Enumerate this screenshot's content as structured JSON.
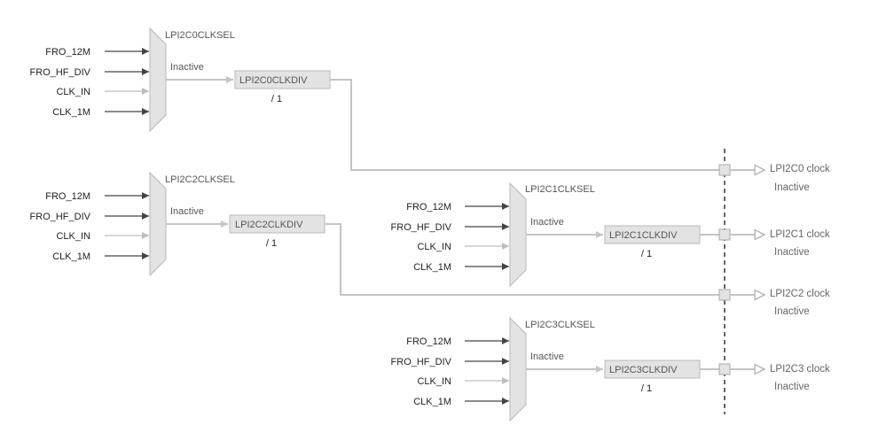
{
  "inputs": [
    "FRO_12M",
    "FRO_HF_DIV",
    "CLK_IN",
    "CLK_1M"
  ],
  "blocks": [
    {
      "sel": "LPI2C0CLKSEL",
      "state": "Inactive",
      "div": "LPI2C0CLKDIV",
      "ratio": "/ 1"
    },
    {
      "sel": "LPI2C2CLKSEL",
      "state": "Inactive",
      "div": "LPI2C2CLKDIV",
      "ratio": "/ 1"
    },
    {
      "sel": "LPI2C1CLKSEL",
      "state": "Inactive",
      "div": "LPI2C1CLKDIV",
      "ratio": "/ 1"
    },
    {
      "sel": "LPI2C3CLKSEL",
      "state": "Inactive",
      "div": "LPI2C3CLKDIV",
      "ratio": "/ 1"
    }
  ],
  "outputs": [
    {
      "name": "LPI2C0 clock",
      "state": "Inactive"
    },
    {
      "name": "LPI2C1 clock",
      "state": "Inactive"
    },
    {
      "name": "LPI2C2 clock",
      "state": "Inactive"
    },
    {
      "name": "LPI2C3 clock",
      "state": "Inactive"
    }
  ],
  "colors": {
    "active_wire": "#444444",
    "inactive_wire": "#c4c4c4",
    "block_fill": "#e3e3e3"
  }
}
